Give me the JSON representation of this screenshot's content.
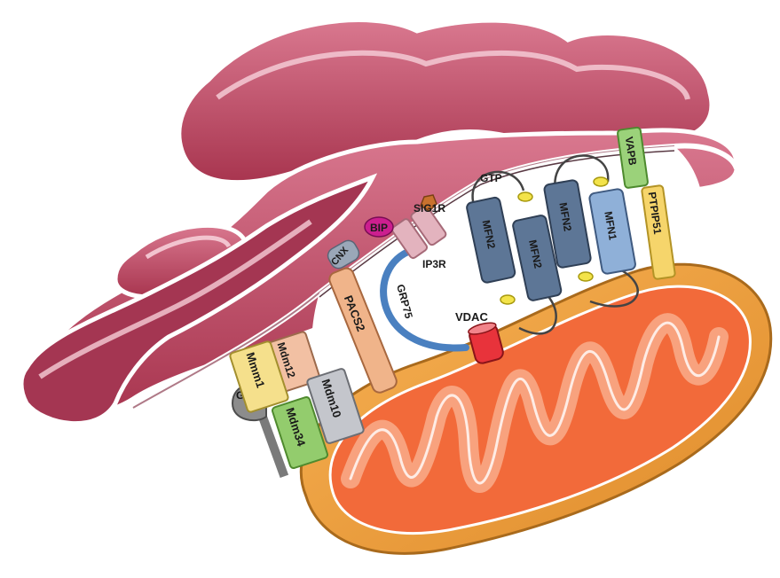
{
  "labels": {
    "gtp": "GTP",
    "sig1r": "SIG1R",
    "bip": "BIP",
    "cnx": "CNX",
    "ip3r": "IP3R",
    "grp75": "GRP75",
    "vdac": "VDAC",
    "pacs2": "PACS2",
    "mfn2_a": "MFN2",
    "mfn2_b": "MFN2",
    "mfn2_c": "MFN2",
    "mfn1": "MFN1",
    "vapb": "VAPB",
    "ptpip51": "PTPIP51",
    "mdm12": "Mdm12",
    "mmm1": "Mmm1",
    "mdm10": "Mdm10",
    "mdm34": "Mdm34",
    "gem1": "Gem1"
  },
  "colors": {
    "er_fill": "#b8435e",
    "er_light": "#e6a4b3",
    "er_edge": "#7a2037",
    "mito_outer": "#e9a03a",
    "mito_inner": "#f06b3c",
    "mito_cristae": "#f4946e",
    "mfn_dark": "#5d7696",
    "mfn_light": "#8fb0d8",
    "vapb": "#9bd27a",
    "ptpip51": "#f6d56b",
    "pacs2": "#f0b48a",
    "grp75": "#4a80c0",
    "vdac": "#e8333b",
    "bip": "#cc1f8f",
    "sig1r": "#c9722e",
    "ip3r": "#e3b3be",
    "cnx": "#9aa7b8",
    "mdm12": "#f2c0a3",
    "mmm1": "#f5e08c",
    "mdm10": "#c4c6cc",
    "mdm34": "#93cc6d",
    "gem1": "#8c8c8c"
  }
}
